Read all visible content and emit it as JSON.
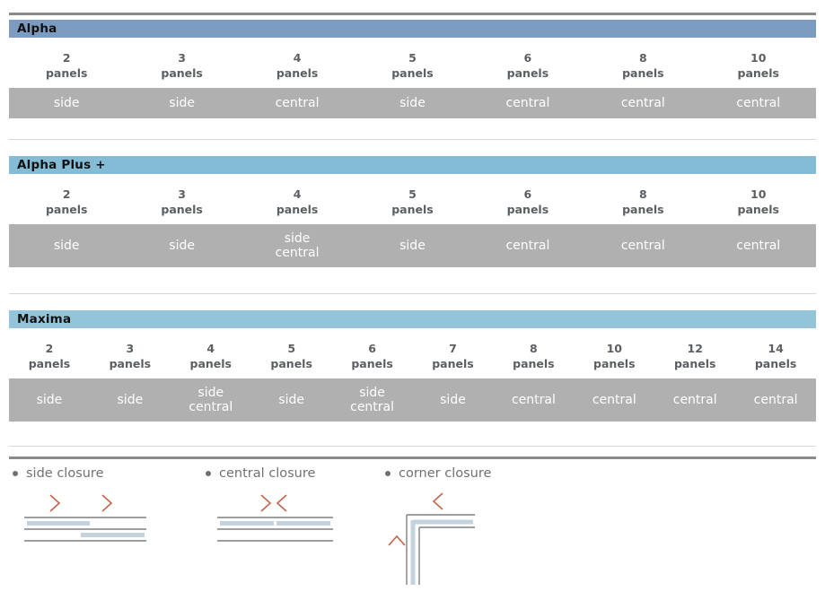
{
  "document": {
    "title": "Panel closure configuration chart"
  },
  "colors": {
    "header_alpha": "#7b9cc0",
    "header_alpha_plus": "#84bcd6",
    "header_maxima": "#94c4da",
    "value_bar": "#b0b0b0",
    "value_text": "#ffffff",
    "column_text": "#5b5f63",
    "legend_text": "#6e7276",
    "arrow": "#c0654a",
    "rail": "#8a8a8a",
    "panel": "#c3d2dd",
    "rule_thin": "#d6d6d6",
    "rule_thick": "#8a8a8a"
  },
  "unit_label": "panels",
  "sections": [
    {
      "name": "Alpha",
      "header_color": "#7b9cc0",
      "columns": [
        {
          "count": "2",
          "unit": "panels",
          "closures": [
            "side"
          ]
        },
        {
          "count": "3",
          "unit": "panels",
          "closures": [
            "side"
          ]
        },
        {
          "count": "4",
          "unit": "panels",
          "closures": [
            "central"
          ]
        },
        {
          "count": "5",
          "unit": "panels",
          "closures": [
            "side"
          ]
        },
        {
          "count": "6",
          "unit": "panels",
          "closures": [
            "central"
          ]
        },
        {
          "count": "8",
          "unit": "panels",
          "closures": [
            "central"
          ]
        },
        {
          "count": "10",
          "unit": "panels",
          "closures": [
            "central"
          ]
        }
      ]
    },
    {
      "name": "Alpha Plus +",
      "header_color": "#84bcd6",
      "columns": [
        {
          "count": "2",
          "unit": "panels",
          "closures": [
            "side"
          ]
        },
        {
          "count": "3",
          "unit": "panels",
          "closures": [
            "side"
          ]
        },
        {
          "count": "4",
          "unit": "panels",
          "closures": [
            "side",
            "central"
          ]
        },
        {
          "count": "5",
          "unit": "panels",
          "closures": [
            "side"
          ]
        },
        {
          "count": "6",
          "unit": "panels",
          "closures": [
            "central"
          ]
        },
        {
          "count": "8",
          "unit": "panels",
          "closures": [
            "central"
          ]
        },
        {
          "count": "10",
          "unit": "panels",
          "closures": [
            "central"
          ]
        }
      ]
    },
    {
      "name": "Maxima",
      "header_color": "#94c4da",
      "columns": [
        {
          "count": "2",
          "unit": "panels",
          "closures": [
            "side"
          ]
        },
        {
          "count": "3",
          "unit": "panels",
          "closures": [
            "side"
          ]
        },
        {
          "count": "4",
          "unit": "panels",
          "closures": [
            "side",
            "central"
          ]
        },
        {
          "count": "5",
          "unit": "panels",
          "closures": [
            "side"
          ]
        },
        {
          "count": "6",
          "unit": "panels",
          "closures": [
            "side",
            "central"
          ]
        },
        {
          "count": "7",
          "unit": "panels",
          "closures": [
            "side"
          ]
        },
        {
          "count": "8",
          "unit": "panels",
          "closures": [
            "central"
          ]
        },
        {
          "count": "10",
          "unit": "panels",
          "closures": [
            "central"
          ]
        },
        {
          "count": "12",
          "unit": "panels",
          "closures": [
            "central"
          ]
        },
        {
          "count": "14",
          "unit": "panels",
          "closures": [
            "central"
          ]
        }
      ]
    }
  ],
  "legend": [
    {
      "label": "side closure",
      "icon": "side-closure-diagram"
    },
    {
      "label": "central closure",
      "icon": "central-closure-diagram"
    },
    {
      "label": "corner closure",
      "icon": "corner-closure-diagram"
    }
  ]
}
